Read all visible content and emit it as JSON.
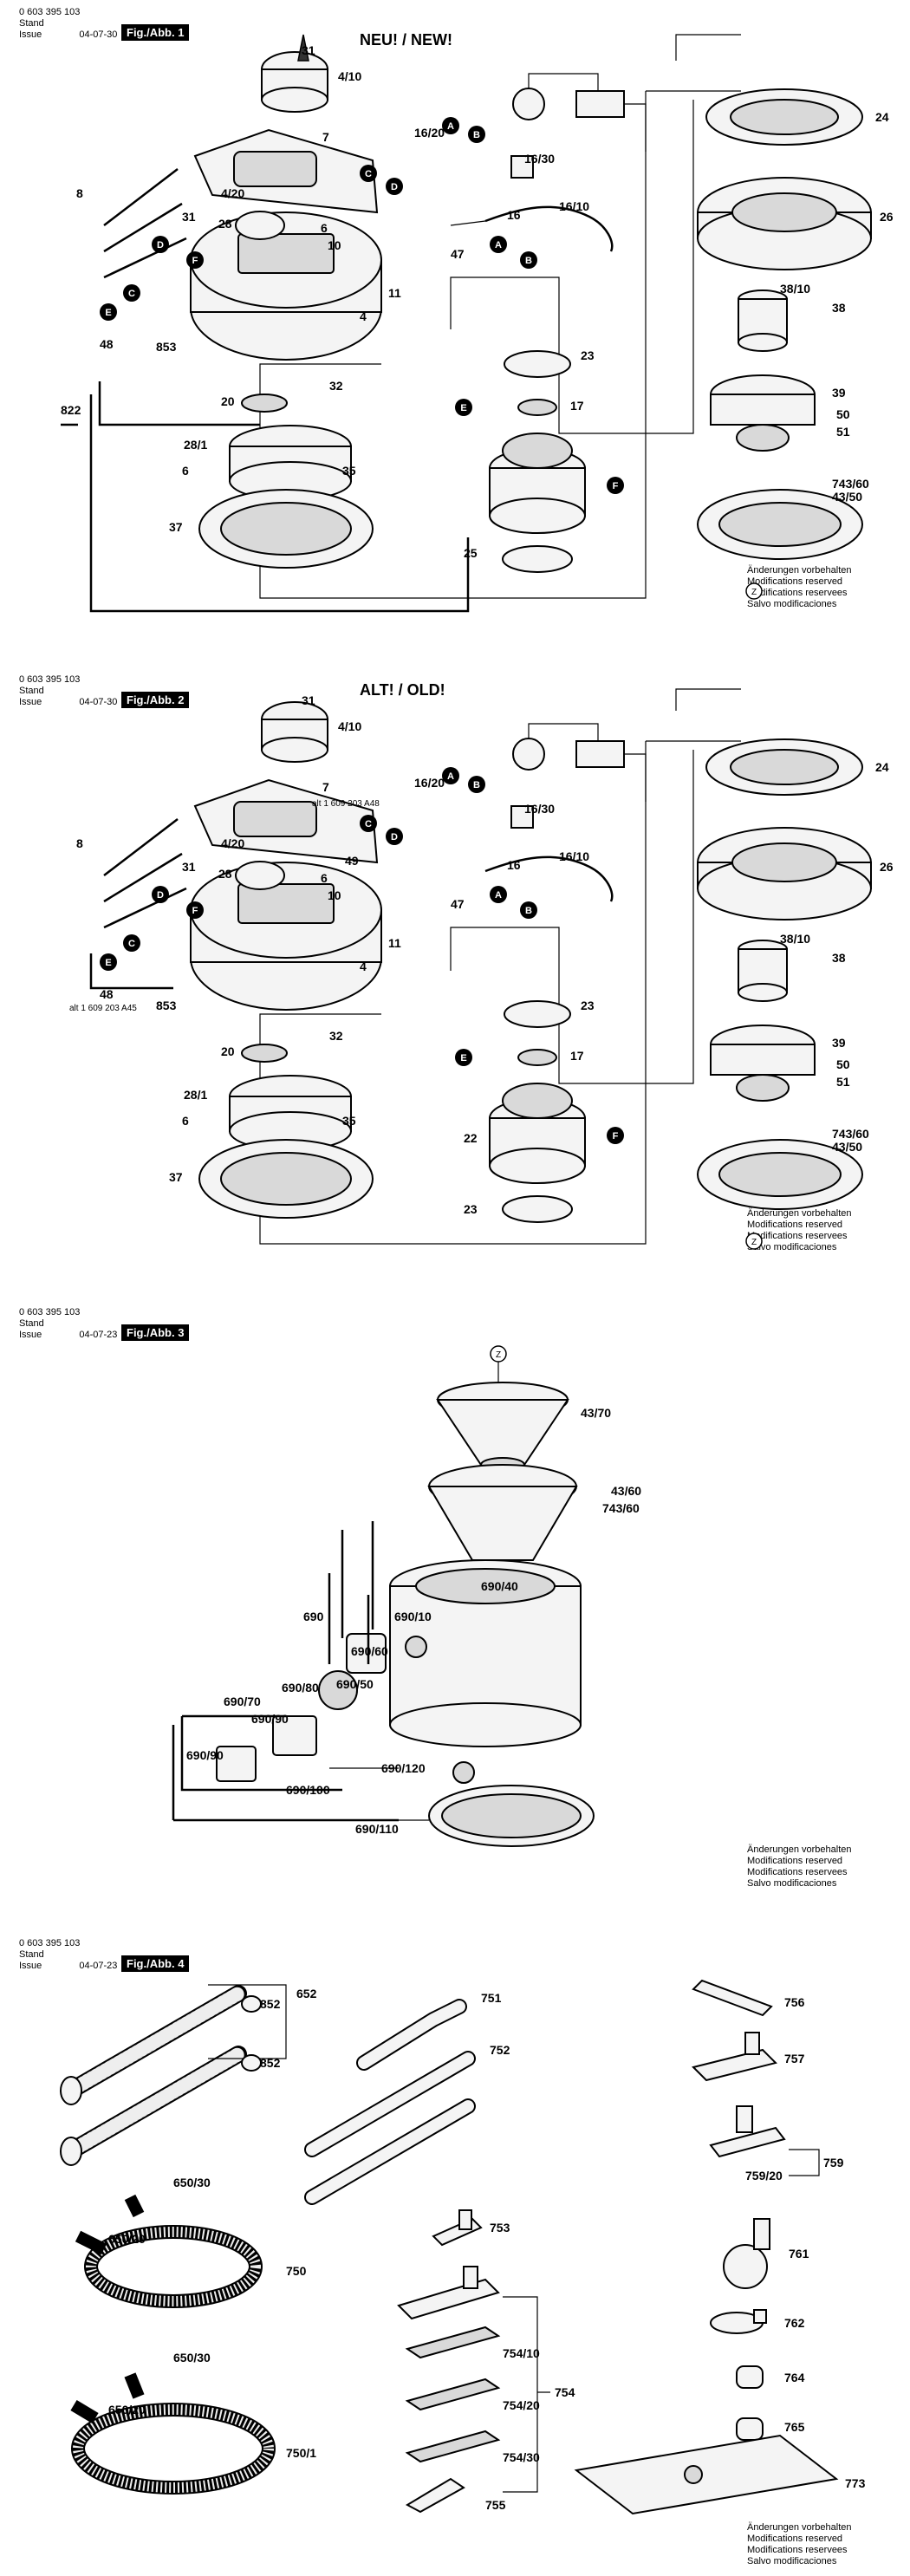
{
  "sections": [
    {
      "header": {
        "line1": "0 603 395 103",
        "line2": "Stand",
        "line3": "Issue",
        "date": "04-07-30"
      },
      "fig": "Fig./Abb. 1",
      "title": "NEU! / NEW!",
      "labels": {
        "p31": "31",
        "p4_10": "4/10",
        "p7": "7",
        "p16_20": "16/20",
        "p16_30": "16/30",
        "p24": "24",
        "p4_20": "4/20",
        "p28": "28",
        "p31b": "31",
        "p6": "6",
        "p10": "10",
        "p16": "16",
        "p16_10": "16/10",
        "p26": "26",
        "p8": "8",
        "p47": "47",
        "p11": "11",
        "p4": "4",
        "p853": "853",
        "p48": "48",
        "p32": "32",
        "p38_10": "38/10",
        "p38": "38",
        "p23": "23",
        "p822": "822",
        "p20": "20",
        "p17": "17",
        "p39": "39",
        "p50": "50",
        "p51": "51",
        "p28_1": "28/1",
        "p6b": "6",
        "p35": "35",
        "p743_60": "743/60",
        "p43_50": "43/50",
        "p37": "37",
        "p25": "25",
        "pZ": "Z"
      },
      "notes": [
        "Änderungen vorbehalten",
        "Modifications reserved",
        "Modifications reservees",
        "Salvo modificaciones"
      ]
    },
    {
      "header": {
        "line1": "0 603 395 103",
        "line2": "Stand",
        "line3": "Issue",
        "date": "04-07-30"
      },
      "fig": "Fig./Abb. 2",
      "title": "ALT! / OLD!",
      "labels": {
        "p31": "31",
        "p4_10": "4/10",
        "p7": "7",
        "p7alt": "alt 1 609 203 A48",
        "p16_20": "16/20",
        "p16_30": "16/30",
        "p24": "24",
        "p4_20": "4/20",
        "p49": "49",
        "p28": "28",
        "p31b": "31",
        "p6": "6",
        "p10": "10",
        "p16": "16",
        "p16_10": "16/10",
        "p26": "26",
        "p8": "8",
        "p47": "47",
        "p11": "11",
        "p4": "4",
        "p48": "48",
        "p48alt": "alt 1 609 203 A45",
        "p853": "853",
        "p32": "32",
        "p38_10": "38/10",
        "p38": "38",
        "p23": "23",
        "p20": "20",
        "p17": "17",
        "p39": "39",
        "p50": "50",
        "p51": "51",
        "p28_1": "28/1",
        "p6b": "6",
        "p35": "35",
        "p22": "22",
        "p743_60": "743/60",
        "p43_50": "43/50",
        "p37": "37",
        "p23b": "23",
        "pZ": "Z"
      },
      "notes": [
        "Änderungen vorbehalten",
        "Modifications reserved",
        "Modifications reservees",
        "Salvo modificaciones"
      ]
    },
    {
      "header": {
        "line1": "0 603 395 103",
        "line2": "Stand",
        "line3": "Issue",
        "date": "04-07-23"
      },
      "fig": "Fig./Abb. 3",
      "labels": {
        "pZ": "Z",
        "p43_70": "43/70",
        "p43_60": "43/60",
        "p743_60": "743/60",
        "p690_40": "690/40",
        "p690": "690",
        "p690_10": "690/10",
        "p690_60": "690/60",
        "p690_80": "690/80",
        "p690_50": "690/50",
        "p690_70": "690/70",
        "p690_90": "690/90",
        "p690_90b": "690/90",
        "p690_100": "690/100",
        "p690_120": "690/120",
        "p690_110": "690/110"
      },
      "notes": [
        "Änderungen vorbehalten",
        "Modifications reserved",
        "Modifications reservees",
        "Salvo modificaciones"
      ]
    },
    {
      "header": {
        "line1": "0 603 395 103",
        "line2": "Stand",
        "line3": "Issue",
        "date": "04-07-23"
      },
      "fig": "Fig./Abb. 4",
      "labels": {
        "p852": "852",
        "p852b": "852",
        "p652": "652",
        "p751": "751",
        "p752": "752",
        "p756": "756",
        "p757": "757",
        "p759": "759",
        "p759_20": "759/20",
        "p753": "753",
        "p650_30": "650/30",
        "p650_20": "650/20",
        "p750": "750",
        "p761": "761",
        "p754": "754",
        "p762": "762",
        "p754_10": "754/10",
        "p764": "764",
        "p650_30b": "650/30",
        "p754_20": "754/20",
        "p765": "765",
        "p750_1": "750/1",
        "p650_20b": "650/20",
        "p754_30": "754/30",
        "p773": "773",
        "p755": "755"
      },
      "notes": [
        "Änderungen vorbehalten",
        "Modifications reserved",
        "Modifications reservees",
        "Salvo modificaciones"
      ]
    }
  ],
  "circle_letters": [
    "A",
    "B",
    "C",
    "D",
    "E",
    "F"
  ]
}
